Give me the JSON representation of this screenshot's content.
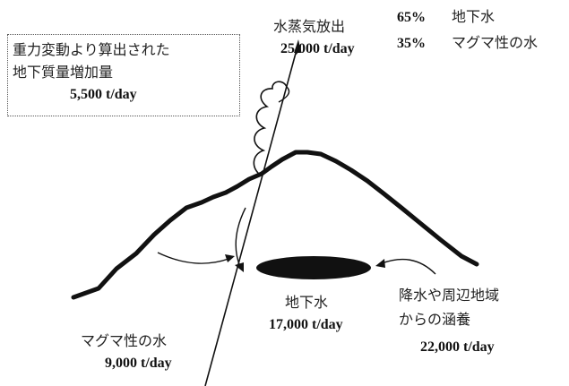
{
  "gravity_box": {
    "line1": "重力変動より算出された",
    "line2": "地下質量増加量",
    "value": "5,500 t/day"
  },
  "steam": {
    "label": "水蒸気放出",
    "value": "25,000 t/day"
  },
  "composition": [
    {
      "percent": "65%",
      "label": "地下水"
    },
    {
      "percent": "35%",
      "label": "マグマ性の水"
    }
  ],
  "groundwater": {
    "label": "地下水",
    "value": "17,000 t/day"
  },
  "recharge": {
    "line1": "降水や周辺地域",
    "line2": "からの涵養",
    "value": "22,000 t/day"
  },
  "magmatic_water": {
    "label": "マグマ性の水",
    "value": "9,000 t/day"
  }
}
